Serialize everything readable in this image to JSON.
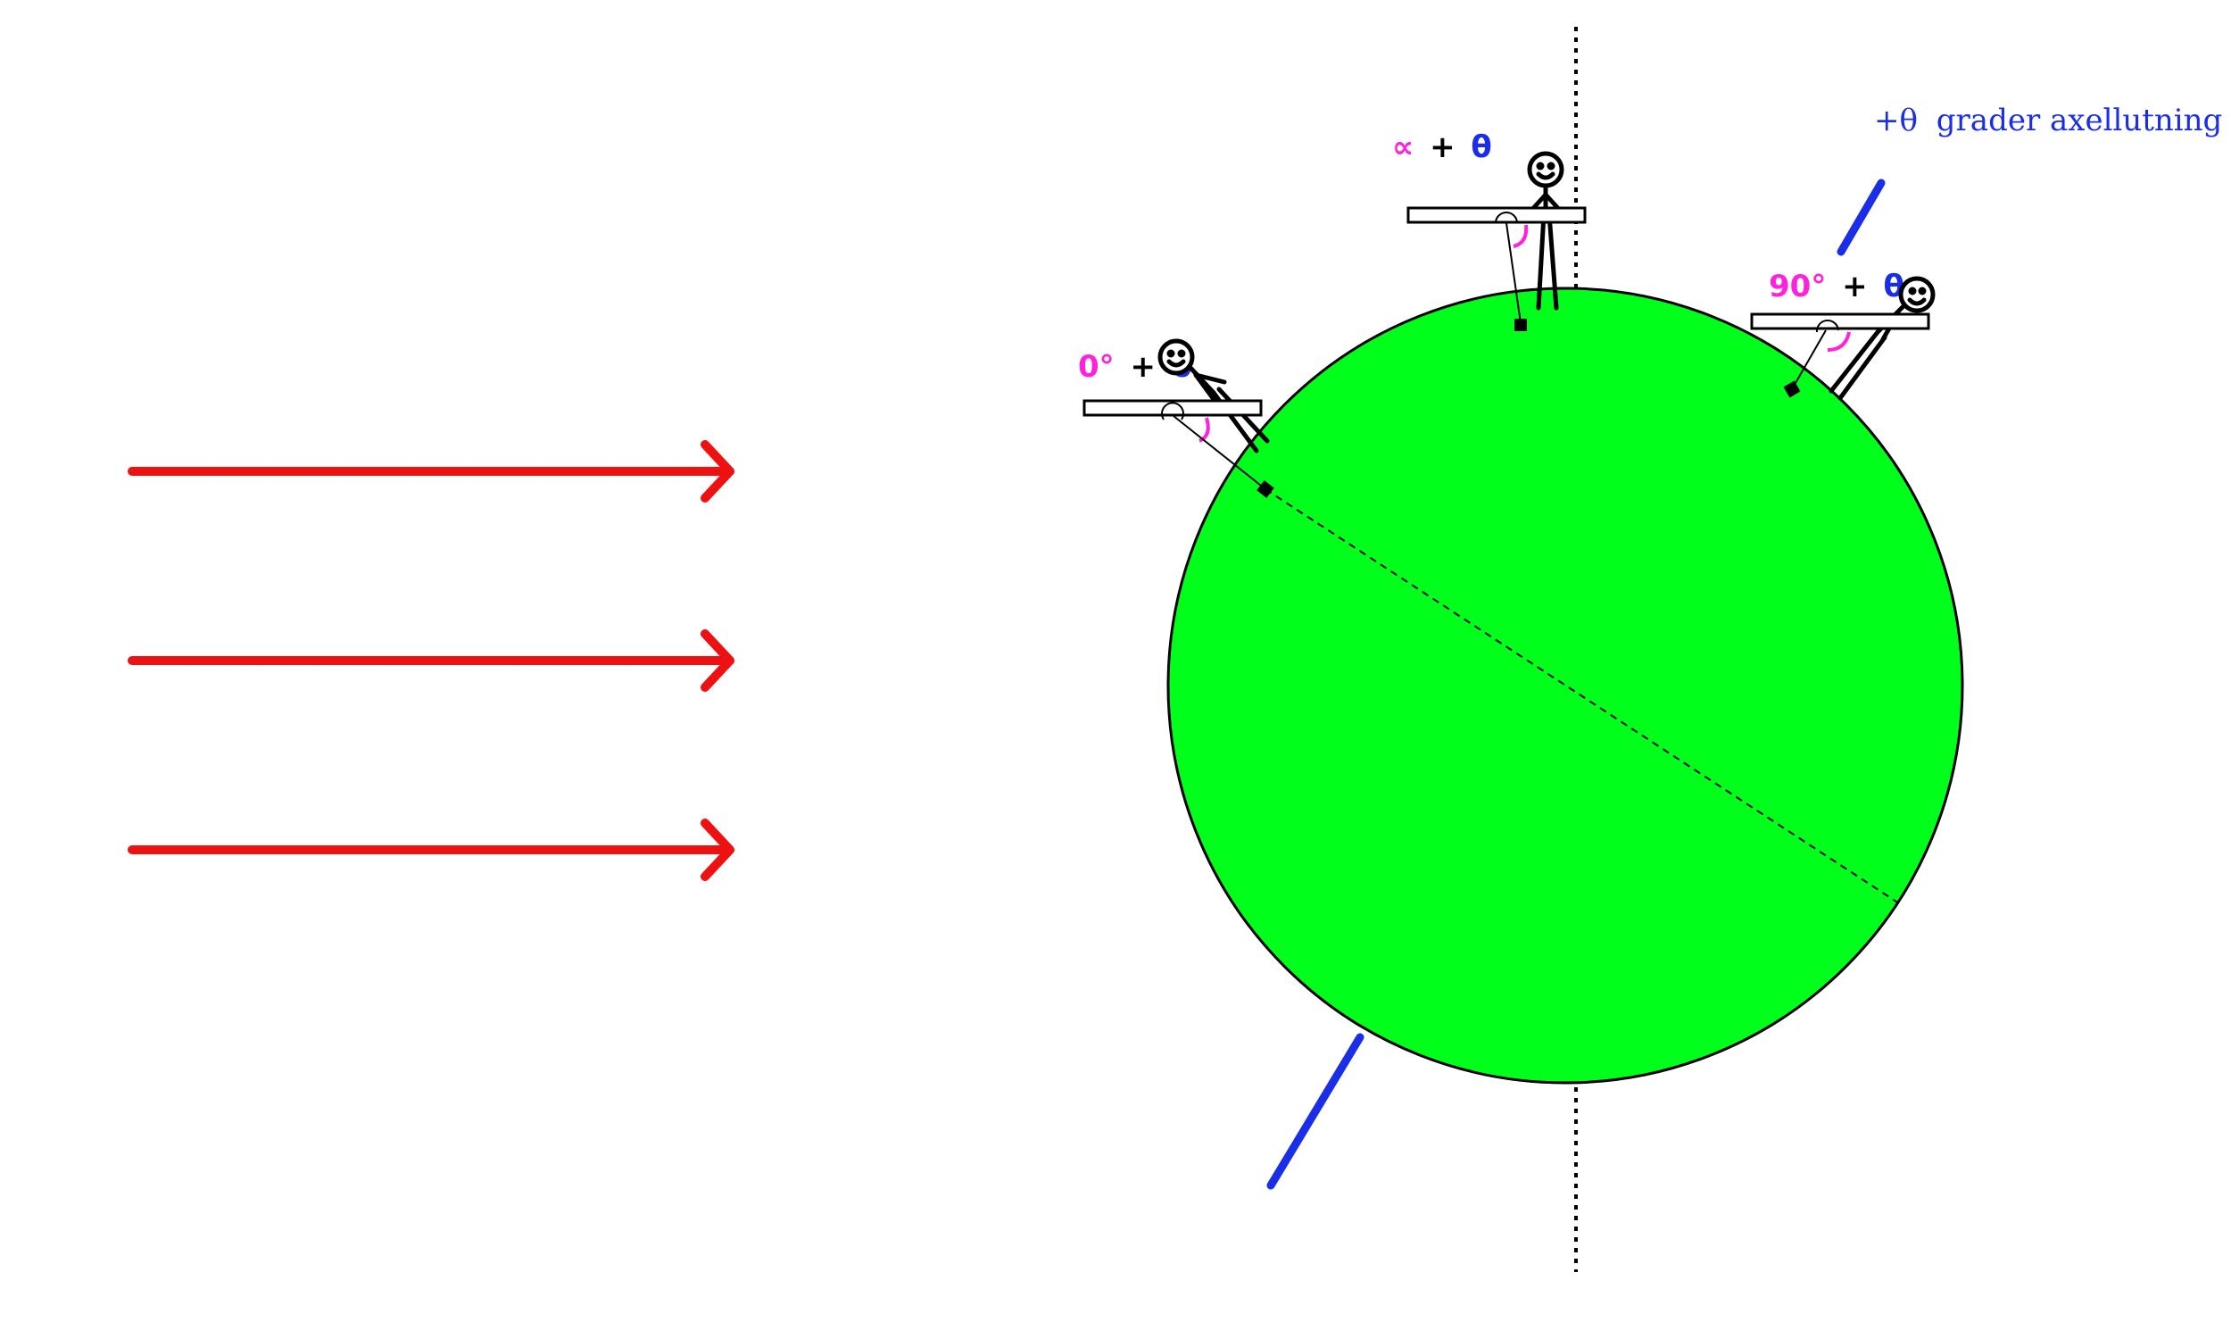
{
  "colors": {
    "background": "#ffffff",
    "globe_fill": "#00ff1a",
    "globe_stroke": "#000000",
    "sun_rays": "#ee1111",
    "axis_tilt": "#1a2ee8",
    "angle_label": "#ff22dd",
    "theta_label": "#1a2ee8"
  },
  "labels": {
    "tilt_caption_prefix": "+θ",
    "tilt_caption_text": "grader axellutning",
    "left_angle": "0°",
    "top_angle": "∝",
    "right_angle": "90°",
    "plus": "+",
    "theta": "θ"
  },
  "icons": [
    "sun-ray-arrow-icon",
    "stick-figure-icon",
    "plumb-bob-icon",
    "angle-arc-icon"
  ]
}
